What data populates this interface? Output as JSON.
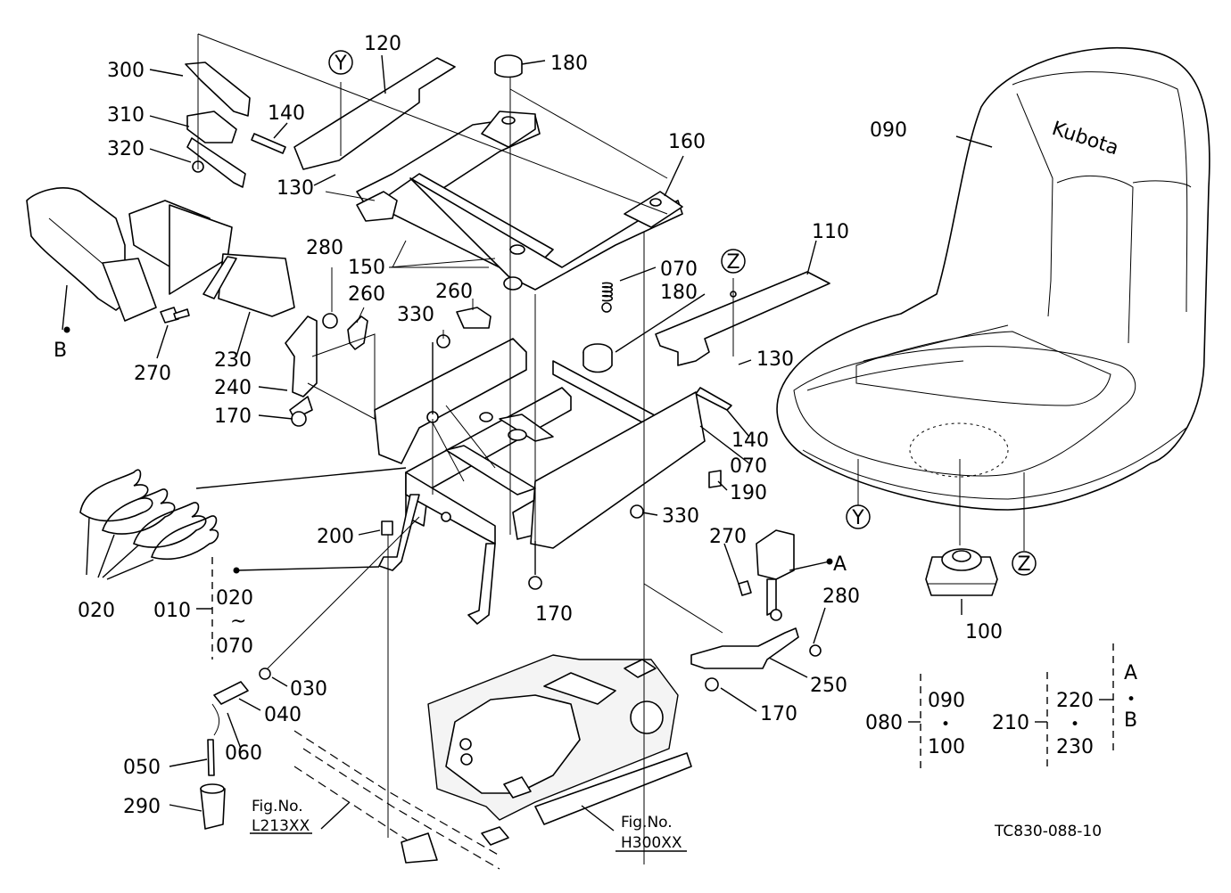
{
  "brand_text": "Kubota",
  "figure_code": "TC830-088-10",
  "ref_figs": [
    {
      "fig": "Fig.No.",
      "code": "L213XX"
    },
    {
      "fig": "Fig.No.",
      "code": "H300XX"
    }
  ],
  "callouts": {
    "c300": "300",
    "c310": "310",
    "c320": "320",
    "c120": "120",
    "c140a": "140",
    "c130a": "130",
    "c180a": "180",
    "c160": "160",
    "c090": "090",
    "c280a": "280",
    "c260a": "260",
    "c260b": "260",
    "c150": "150",
    "c070a": "070",
    "c180b": "180",
    "c110": "110",
    "c130b": "130",
    "c330a": "330",
    "c270a": "270",
    "c230": "230",
    "c240": "240",
    "c170a": "170",
    "c140b": "140",
    "c070b": "070",
    "c190": "190",
    "c200": "200",
    "c330b": "330",
    "c270b": "270",
    "c020a": "020",
    "c010": "010",
    "c020b": "020",
    "c070c": "070",
    "c170b": "170",
    "c280b": "280",
    "c100": "100",
    "c030": "030",
    "c040": "040",
    "c250": "250",
    "c170c": "170",
    "c060": "060",
    "c050": "050",
    "c290": "290",
    "cB": "B",
    "cA": "A",
    "tilde": "~"
  },
  "circle_refs": {
    "y1": "Y",
    "y2": "Y",
    "z1": "Z",
    "z2": "Z"
  },
  "group_080": {
    "main": "080",
    "a": "090",
    "dot": "•",
    "b": "100"
  },
  "group_210": {
    "main": "210",
    "a": "220",
    "dot": "•",
    "b": "230",
    "sub_a": "A",
    "sub_dot": "•",
    "sub_b": "B"
  }
}
